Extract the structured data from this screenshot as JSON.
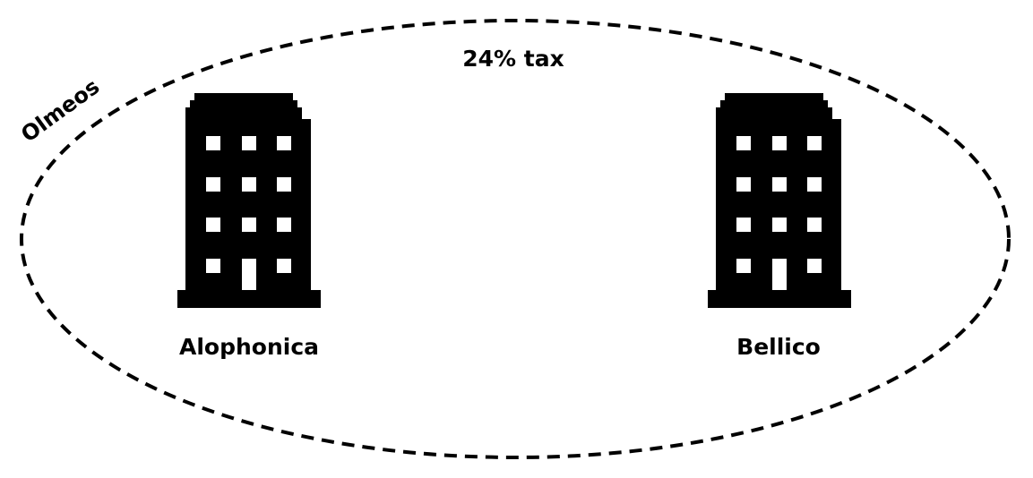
{
  "region": {
    "name": "Olmeos",
    "tax_label": "24% tax"
  },
  "companies": [
    {
      "name": "Alophonica",
      "icon": "office-building-icon"
    },
    {
      "name": "Bellico",
      "icon": "office-building-icon"
    }
  ],
  "colors": {
    "ink": "#000000",
    "background": "#ffffff"
  }
}
